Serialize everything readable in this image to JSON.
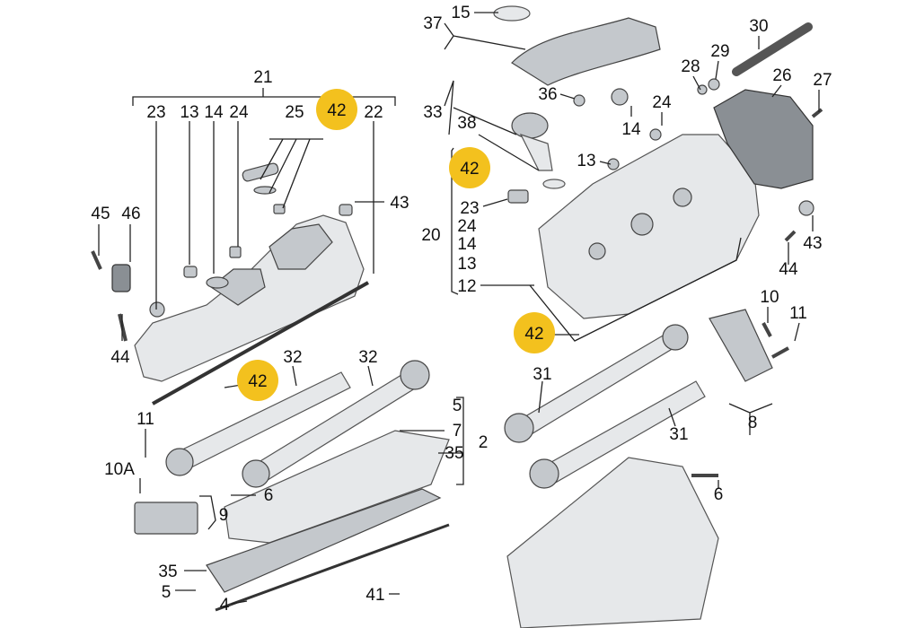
{
  "callouts": {
    "c21": "21",
    "c23": "23",
    "c13a": "13",
    "c14a": "14",
    "c24a": "24",
    "c25": "25",
    "c22": "22",
    "c43a": "43",
    "c45": "45",
    "c46": "46",
    "c44a": "44",
    "c32a": "32",
    "c32b": "32",
    "c11a": "11",
    "c10A": "10A",
    "c9": "9",
    "c6a": "6",
    "c5a": "5",
    "c7": "7",
    "c35a": "35",
    "c2": "2",
    "c35b": "35",
    "c5b": "5",
    "c4": "4",
    "c41": "41",
    "c15": "15",
    "c37": "37",
    "c33": "33",
    "c38": "38",
    "c36": "36",
    "c14b": "14",
    "c24b": "24",
    "c13b": "13",
    "c23b": "23",
    "c20": "20",
    "c24c": "24",
    "c14c": "14",
    "c13c": "13",
    "c12": "12",
    "c30": "30",
    "c29": "29",
    "c28": "28",
    "c26": "26",
    "c27": "27",
    "c43b": "43",
    "c44b": "44",
    "c10": "10",
    "c11b": "11",
    "c8": "8",
    "c31a": "31",
    "c31b": "31",
    "c6b": "6"
  },
  "highlights": {
    "h1": "42",
    "h2": "42",
    "h3": "42",
    "h4": "42"
  },
  "colors": {
    "highlight": "#f3c11e",
    "line": "#222222"
  }
}
